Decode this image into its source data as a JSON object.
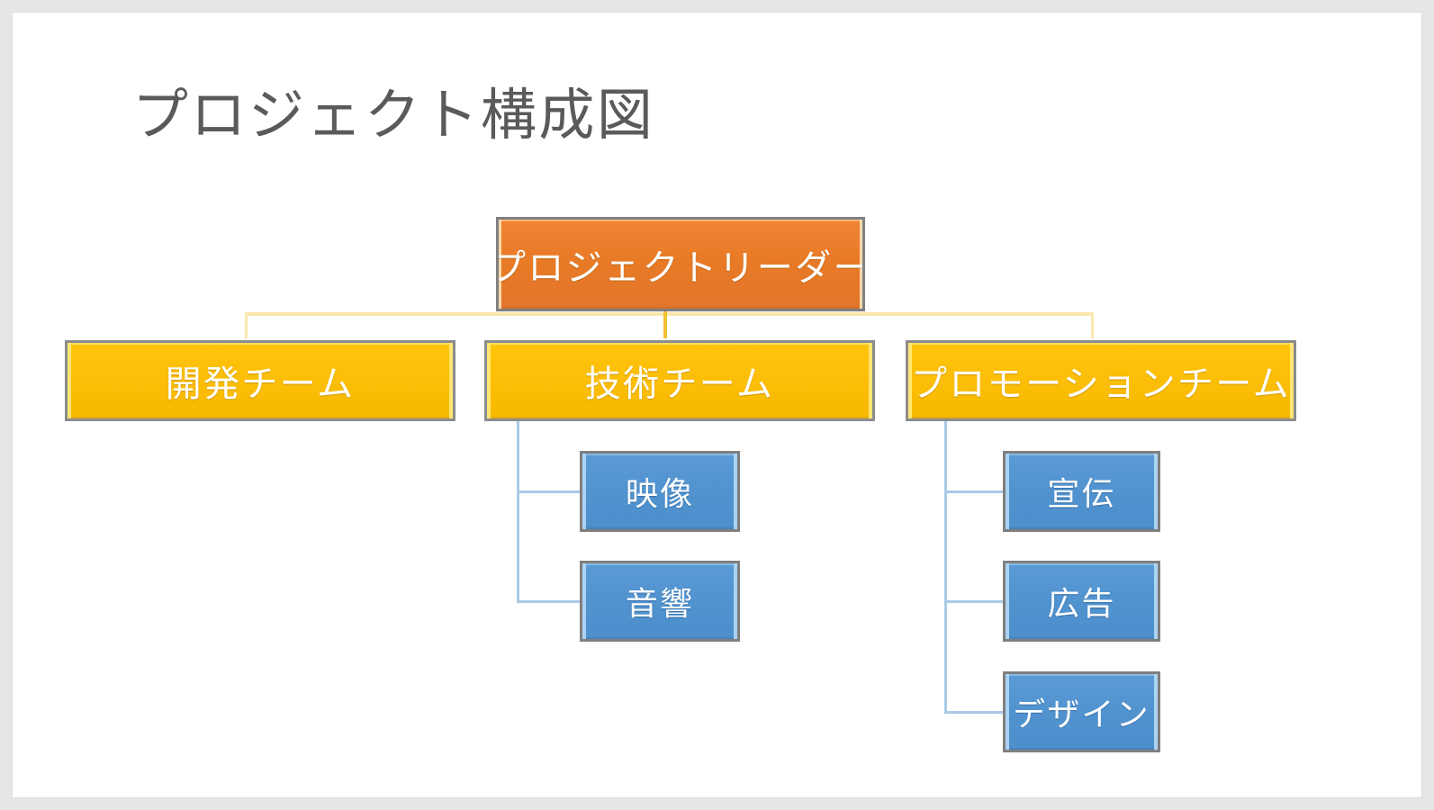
{
  "slide": {
    "title": "プロジェクト構成図",
    "background_color": "#ffffff",
    "frame_color": "#e6e6e6",
    "title_color": "#5a5a5a"
  },
  "org_chart": {
    "root": {
      "label": "プロジェクトリーダー",
      "fill_color": "#e87a26",
      "border_color": "#808080",
      "text_color": "#ffffff"
    },
    "teams": [
      {
        "label": "開発チーム",
        "fill_color": "#fcbe06",
        "border_color": "#8c8c8c",
        "text_color": "#ffffff",
        "children": []
      },
      {
        "label": "技術チーム",
        "fill_color": "#fcbe06",
        "border_color": "#8c8c8c",
        "text_color": "#ffffff",
        "children": [
          {
            "label": "映像",
            "fill_color": "#5b9bd5"
          },
          {
            "label": "音響",
            "fill_color": "#5b9bd5"
          }
        ]
      },
      {
        "label": "プロモーションチーム",
        "fill_color": "#fcbe06",
        "border_color": "#8c8c8c",
        "text_color": "#ffffff",
        "children": [
          {
            "label": "宣伝",
            "fill_color": "#5b9bd5"
          },
          {
            "label": "広告",
            "fill_color": "#5b9bd5"
          },
          {
            "label": "デザイン",
            "fill_color": "#5b9bd5"
          }
        ]
      }
    ],
    "connector_colors": {
      "root_vertical": "#f3c033",
      "root_horizontal": "#fbe6ad",
      "leaf_line": "#a9c9e8"
    }
  }
}
